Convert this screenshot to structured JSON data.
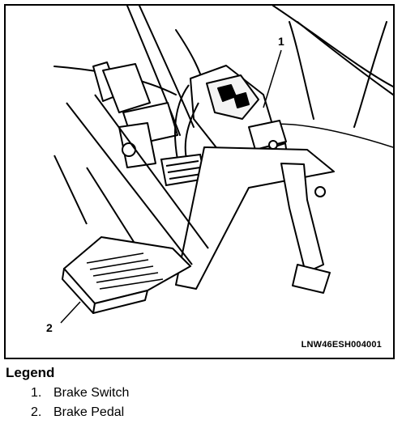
{
  "diagram": {
    "callouts": [
      "1",
      "2"
    ],
    "image_code": "LNW46ESH004001"
  },
  "legend": {
    "title": "Legend",
    "items": [
      {
        "number": "1.",
        "label": "Brake Switch"
      },
      {
        "number": "2.",
        "label": "Brake Pedal"
      }
    ]
  }
}
